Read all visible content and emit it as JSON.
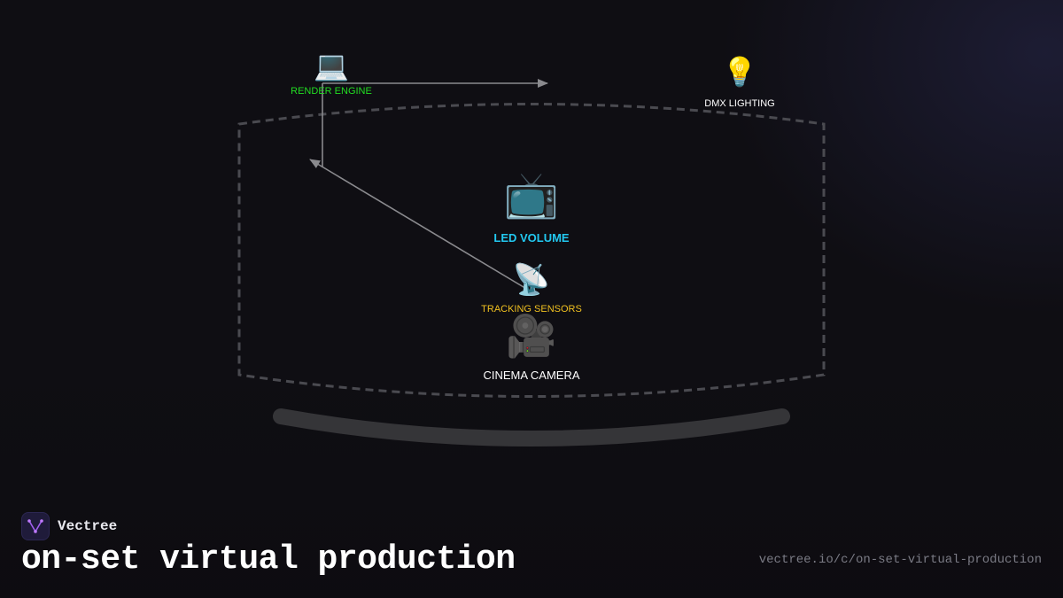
{
  "diagram": {
    "nodes": {
      "render_engine": {
        "label": "RENDER ENGINE",
        "icon": "laptop-icon",
        "glyph": "💻",
        "color": "#22dd22"
      },
      "dmx_lighting": {
        "label": "DMX LIGHTING",
        "icon": "light-bulb-icon",
        "glyph": "💡",
        "color": "#ffffff"
      },
      "led_volume": {
        "label": "LED VOLUME",
        "icon": "television-icon",
        "glyph": "📺",
        "color": "#22c8f0"
      },
      "tracking_sensors": {
        "label": "TRACKING SENSORS",
        "icon": "satellite-antenna-icon",
        "glyph": "📡",
        "color": "#f0c020"
      },
      "cinema_camera": {
        "label": "CINEMA CAMERA",
        "icon": "movie-camera-icon",
        "glyph": "🎥",
        "color": "#ffffff"
      }
    },
    "edges": [
      {
        "from": "render_engine",
        "to": "dmx_lighting"
      },
      {
        "from": "tracking_sensors",
        "to": "render_engine"
      }
    ],
    "stage_outline_color": "#4a4a50",
    "floor_color": "#353538",
    "edge_color": "#8a8a8e"
  },
  "footer": {
    "brand_name": "Vectree",
    "title": "on-set virtual production",
    "url": "vectree.io/c/on-set-virtual-production"
  }
}
